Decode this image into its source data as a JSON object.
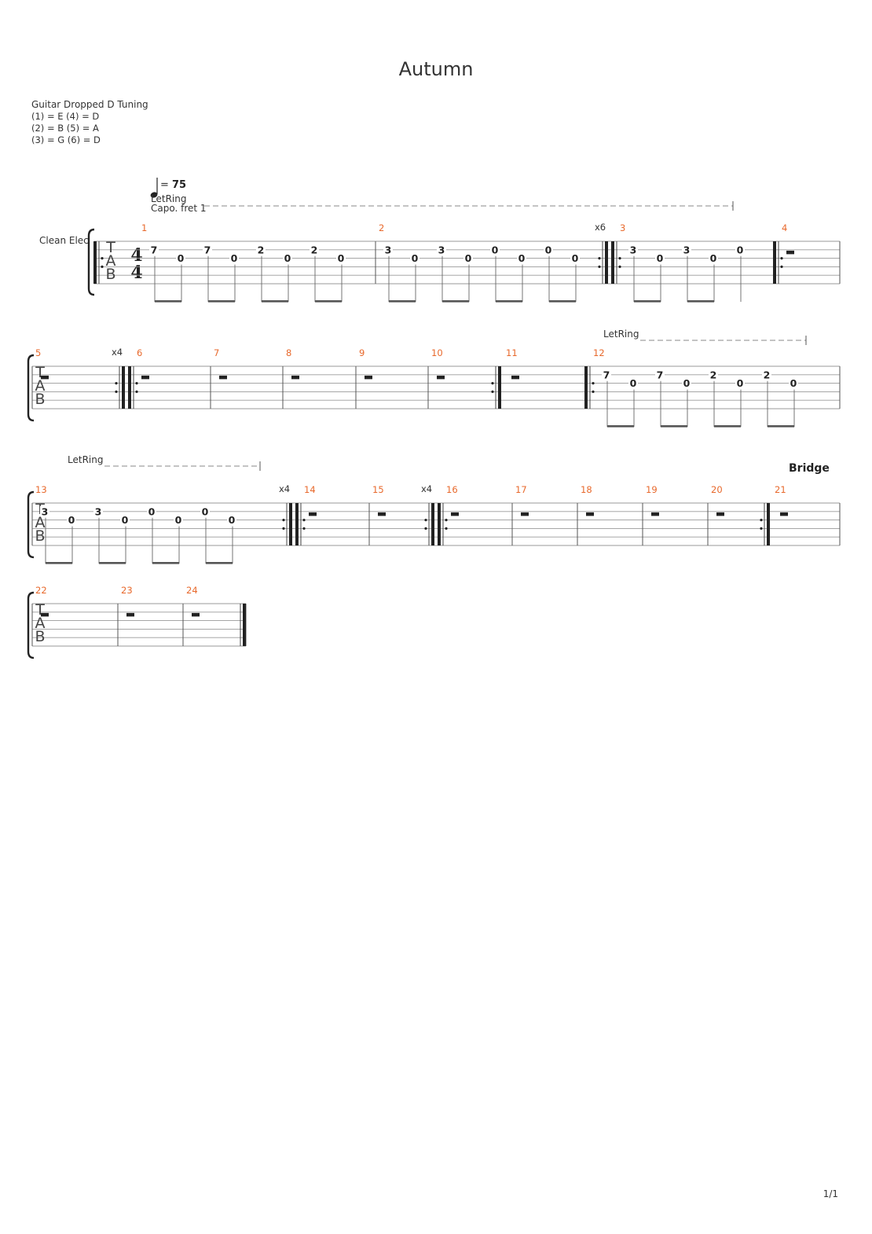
{
  "title": "Autumn",
  "tuning": {
    "name": "Guitar Dropped D Tuning",
    "lines": [
      "(1) = E (4) = D",
      "(2) = B (5) = A",
      "(3) = G (6) = D"
    ]
  },
  "tempo": {
    "prefix": "= ",
    "bpm": "75"
  },
  "track_name": "Clean Elec",
  "capo_text": "Capo. fret 1",
  "let_ring_label": "LetRing",
  "time_signature": [
    "4",
    "4"
  ],
  "tab_clef": [
    "T",
    "A",
    "B"
  ],
  "section_label": "Bridge",
  "page_number": "1/1",
  "colors": {
    "measure_number": "#e8692c",
    "ink": "#222222",
    "staff_line": "#9a9a9a"
  },
  "systems": [
    {
      "measures": [
        {
          "number": "1",
          "repeat_start": true,
          "notes": [
            {
              "fret": "7",
              "string": 2
            },
            {
              "fret": "0",
              "string": 3
            },
            {
              "fret": "7",
              "string": 2
            },
            {
              "fret": "0",
              "string": 3
            },
            {
              "fret": "2",
              "string": 2
            },
            {
              "fret": "0",
              "string": 3
            },
            {
              "fret": "2",
              "string": 2
            },
            {
              "fret": "0",
              "string": 3
            }
          ]
        },
        {
          "number": "2",
          "notes": [
            {
              "fret": "3",
              "string": 2
            },
            {
              "fret": "0",
              "string": 3
            },
            {
              "fret": "3",
              "string": 2
            },
            {
              "fret": "0",
              "string": 3
            },
            {
              "fret": "0",
              "string": 2
            },
            {
              "fret": "0",
              "string": 3
            },
            {
              "fret": "0",
              "string": 2
            },
            {
              "fret": "0",
              "string": 3
            }
          ],
          "repeat_end": true,
          "repeat_count": "x6"
        },
        {
          "number": "3",
          "repeat_start": true,
          "notes": [
            {
              "fret": "3",
              "string": 2
            },
            {
              "fret": "0",
              "string": 3
            },
            {
              "fret": "3",
              "string": 2
            },
            {
              "fret": "0",
              "string": 3
            },
            {
              "fret": "0",
              "string": 2
            }
          ]
        },
        {
          "number": "4",
          "repeat_start": true,
          "rest": true
        }
      ]
    },
    {
      "measures": [
        {
          "number": "5",
          "rest": true,
          "repeat_end": true,
          "repeat_count": "x4"
        },
        {
          "number": "6",
          "repeat_start": true,
          "rest": true
        },
        {
          "number": "7",
          "rest": true
        },
        {
          "number": "8",
          "rest": true
        },
        {
          "number": "9",
          "rest": true
        },
        {
          "number": "10",
          "rest": true,
          "repeat_end": true
        },
        {
          "number": "11",
          "rest": true
        },
        {
          "number": "12",
          "repeat_start": true,
          "notes": [
            {
              "fret": "7",
              "string": 2
            },
            {
              "fret": "0",
              "string": 3
            },
            {
              "fret": "7",
              "string": 2
            },
            {
              "fret": "0",
              "string": 3
            },
            {
              "fret": "2",
              "string": 2
            },
            {
              "fret": "0",
              "string": 3
            },
            {
              "fret": "2",
              "string": 2
            },
            {
              "fret": "0",
              "string": 3
            }
          ]
        }
      ]
    },
    {
      "measures": [
        {
          "number": "13",
          "notes": [
            {
              "fret": "3",
              "string": 2
            },
            {
              "fret": "0",
              "string": 3
            },
            {
              "fret": "3",
              "string": 2
            },
            {
              "fret": "0",
              "string": 3
            },
            {
              "fret": "0",
              "string": 2
            },
            {
              "fret": "0",
              "string": 3
            },
            {
              "fret": "0",
              "string": 2
            },
            {
              "fret": "0",
              "string": 3
            }
          ],
          "repeat_end": true,
          "repeat_count": "x4"
        },
        {
          "number": "14",
          "repeat_start": true,
          "rest": true
        },
        {
          "number": "15",
          "rest": true,
          "repeat_end": true,
          "repeat_count": "x4"
        },
        {
          "number": "16",
          "repeat_start": true,
          "rest": true
        },
        {
          "number": "17",
          "rest": true
        },
        {
          "number": "18",
          "rest": true
        },
        {
          "number": "19",
          "rest": true
        },
        {
          "number": "20",
          "rest": true,
          "repeat_end": true
        },
        {
          "number": "21",
          "rest": true
        }
      ]
    },
    {
      "measures": [
        {
          "number": "22",
          "rest": true
        },
        {
          "number": "23",
          "rest": true
        },
        {
          "number": "24",
          "rest": true,
          "final": true
        }
      ]
    }
  ]
}
